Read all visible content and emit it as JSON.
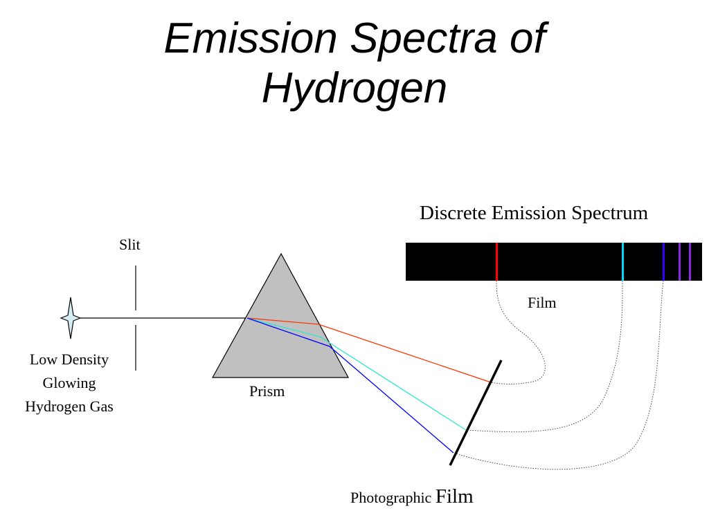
{
  "title": {
    "line1": "Emission Spectra of",
    "line2": "Hydrogen"
  },
  "labels": {
    "slit": "Slit",
    "gas_line1": "Low Density",
    "gas_line2": "Glowing",
    "gas_line3": "Hydrogen Gas",
    "prism": "Prism",
    "spectrum": "Discrete Emission Spectrum",
    "film": "Film",
    "photographic": "Photographic",
    "photographic_film": "Film"
  },
  "colors": {
    "background": "#ffffff",
    "prism_fill": "#c0c0c0",
    "film_strip": "#000000",
    "ray_red": "#ff3300",
    "ray_cyan": "#33e6d0",
    "ray_blue": "#0000ff",
    "line_red": "#ff0000",
    "line_cyan": "#00d8ff",
    "line_blue": "#3300ff",
    "line_violet": "#8a2be2",
    "source_star": "#d6ecf3"
  },
  "icons": {
    "source": "four-point-star-icon"
  }
}
